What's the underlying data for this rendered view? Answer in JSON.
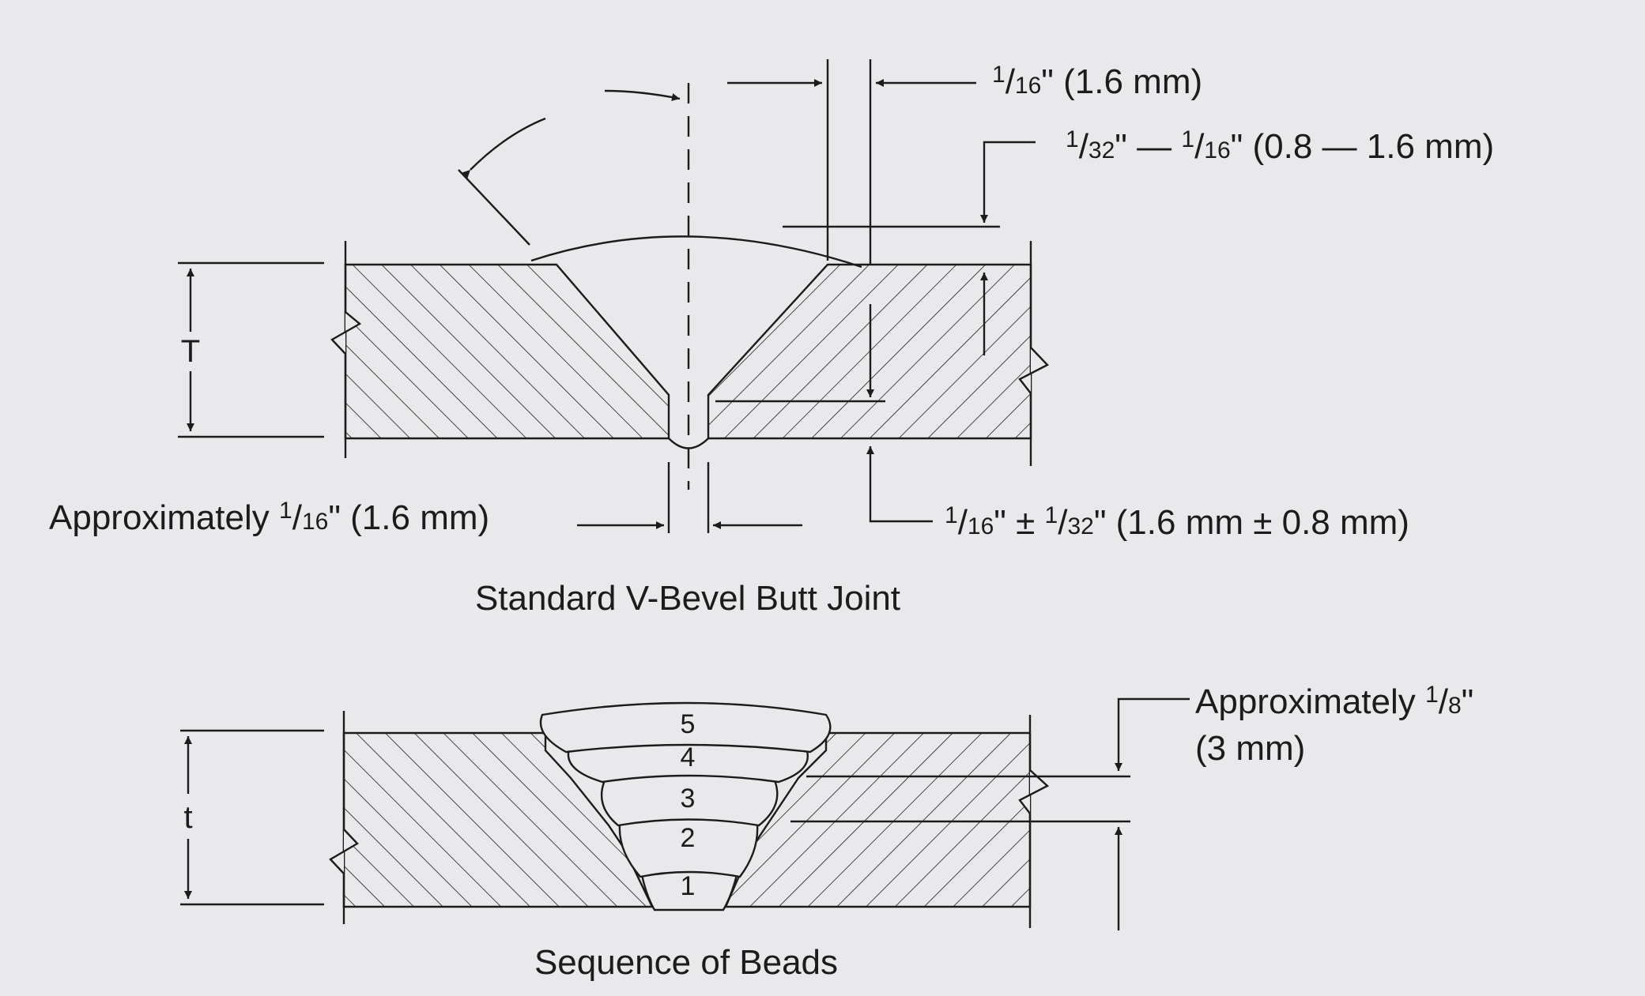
{
  "colors": {
    "background": "#e9e9eb",
    "ink": "#1c1c1c"
  },
  "top_joint": {
    "caption": "Standard V-Bevel Butt Joint",
    "thickness_symbol": "T",
    "dim_reinforcement_width": {
      "num": "1",
      "den": "16",
      "rest": "\" (1.6 mm)"
    },
    "dim_reinforcement_height": {
      "a_num": "1",
      "a_den": "32",
      "mid": "\" — ",
      "b_num": "1",
      "b_den": "16",
      "rest": "\" (0.8 — 1.6 mm)"
    },
    "dim_root_opening": {
      "prefix": "Approximately ",
      "num": "1",
      "den": "16",
      "rest": "\" (1.6 mm)"
    },
    "dim_root_face": {
      "a_num": "1",
      "a_den": "16",
      "mid": "\" ± ",
      "b_num": "1",
      "b_den": "32",
      "rest": "\" (1.6 mm ± 0.8 mm)"
    }
  },
  "bottom_joint": {
    "caption": "Sequence of Beads",
    "thickness_symbol": "t",
    "beads": [
      "1",
      "2",
      "3",
      "4",
      "5"
    ],
    "dim_reinforcement": {
      "prefix": "Approximately ",
      "num": "1",
      "den": "8",
      "rest": "\"",
      "line2": "(3 mm)"
    }
  }
}
